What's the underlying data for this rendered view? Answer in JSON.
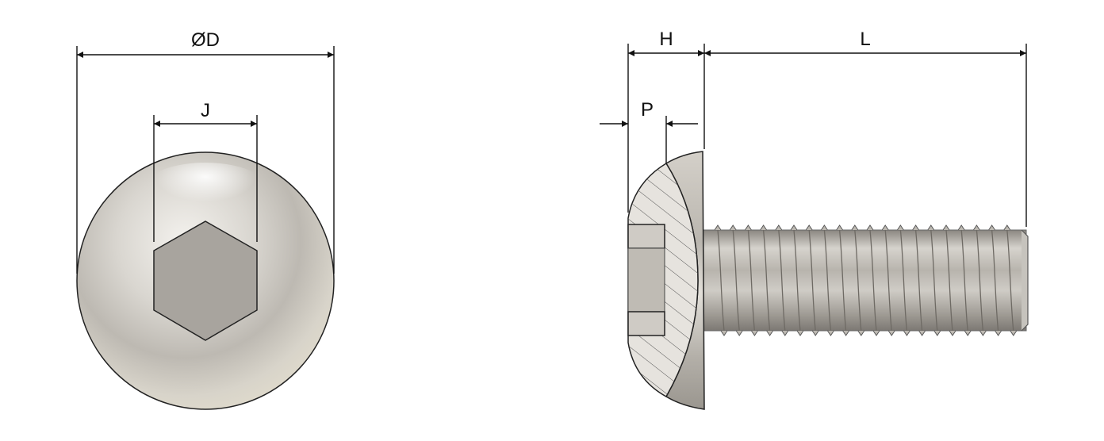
{
  "dimensions": {
    "diameter": "ØD",
    "socket_width": "J",
    "head_height": "H",
    "socket_depth": "P",
    "length": "L"
  },
  "colors": {
    "metal_light": "#ebe7df",
    "metal_mid": "#c9c5bd",
    "metal_dark": "#8f8b84",
    "socket": "#aaa6a0",
    "line": "#111111"
  }
}
